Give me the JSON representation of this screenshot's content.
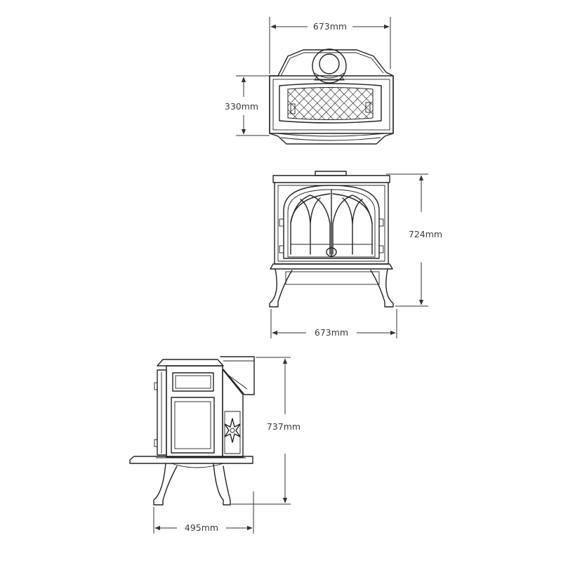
{
  "dimensions": {
    "top_width": "673mm",
    "top_depth": "330mm",
    "front_height": "724mm",
    "front_width": "673mm",
    "side_height": "737mm",
    "side_depth": "495mm"
  },
  "colors": {
    "line": "#222222",
    "label": "#3a3a3a",
    "background": "#ffffff"
  }
}
